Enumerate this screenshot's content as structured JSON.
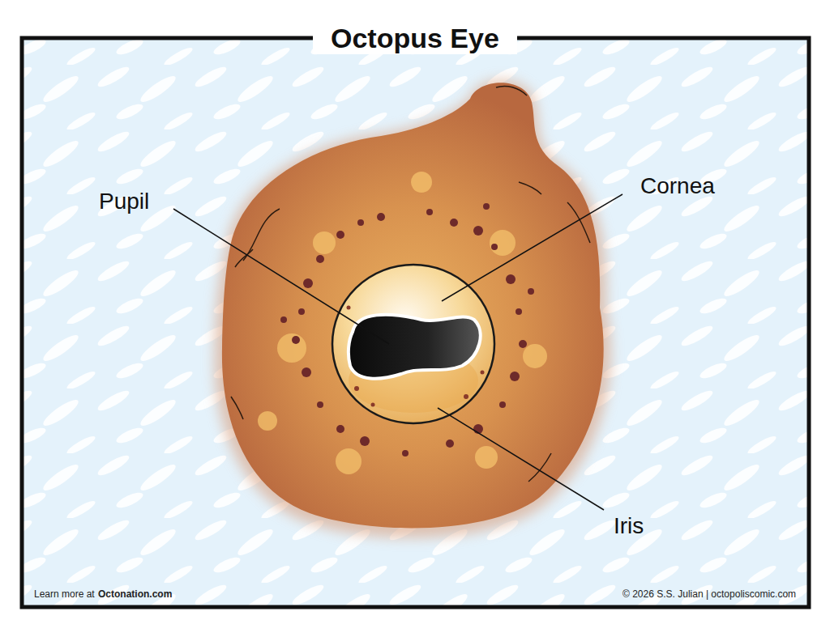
{
  "diagram": {
    "title": "Octopus Eye",
    "labels": [
      "Pupil",
      "Cornea",
      "Iris",
      "Learn more at",
      "Octonation.com",
      "© 2026 S.S. Julian | octopoliscomic.com"
    ]
  }
}
